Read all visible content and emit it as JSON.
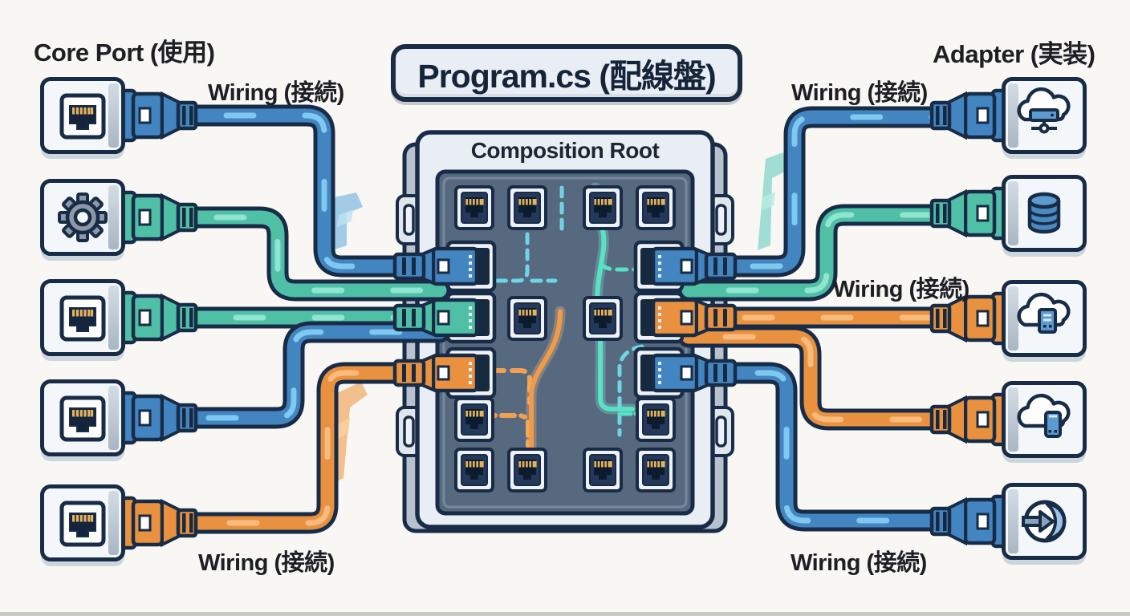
{
  "title": "Program.cs (配線盤)",
  "panel": {
    "title": "Composition Root"
  },
  "labels": {
    "core_port": "Core Port (使用)",
    "adapter": "Adapter (実装)",
    "wiring": "Wiring (接続)"
  },
  "left_ports": [
    {
      "icon": "ethernet-jack-icon",
      "cable_color": "#4285c0"
    },
    {
      "icon": "gear-icon",
      "cable_color": "#4fbfa6"
    },
    {
      "icon": "ethernet-jack-icon",
      "cable_color": "#4fbfa6"
    },
    {
      "icon": "ethernet-jack-icon",
      "cable_color": "#4285c0"
    },
    {
      "icon": "ethernet-jack-icon",
      "cable_color": "#e9913e"
    }
  ],
  "right_adapters": [
    {
      "icon": "cloud-server-icon",
      "cable_color": "#4285c0"
    },
    {
      "icon": "database-icon",
      "cable_color": "#4fbfa6"
    },
    {
      "icon": "cloud-document-icon",
      "cable_color": "#e9913e"
    },
    {
      "icon": "cloud-mobile-icon",
      "cable_color": "#e9913e"
    },
    {
      "icon": "sign-in-arrow-icon",
      "cable_color": "#4285c0"
    }
  ],
  "colors": {
    "background": "#f8f7f4",
    "outline": "#182c47",
    "cable_blue": "#4285c0",
    "cable_teal": "#4fbfa6",
    "cable_orange": "#e9913e",
    "panel_face": "#56697f",
    "panel_frame": "#e9eef4",
    "port_navy": "#1c2f49",
    "port_pins": "#e5b35a"
  }
}
